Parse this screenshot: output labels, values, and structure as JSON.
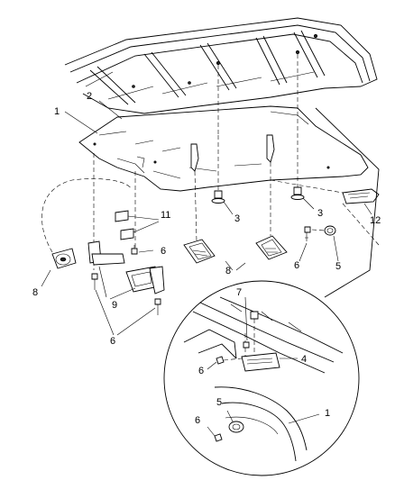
{
  "callouts": {
    "c1_top": "1",
    "c2": "2",
    "c3_left": "3",
    "c3_right": "3",
    "c11": "11",
    "c12": "12",
    "c6_mid": "6",
    "c6_right": "6",
    "c5_right": "5",
    "c8_left": "8",
    "c8_center": "8",
    "c9": "9",
    "c6_bottom": "6",
    "c7_detail": "7",
    "c4_detail": "4",
    "c6_detail_a": "6",
    "c5_detail": "5",
    "c6_detail_b": "6",
    "c1_detail": "1"
  }
}
